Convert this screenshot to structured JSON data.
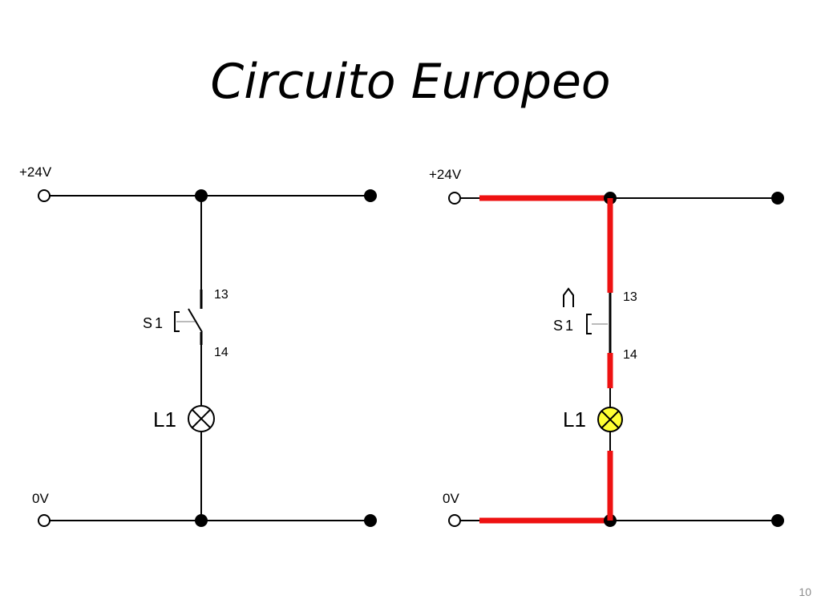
{
  "title": "Circuito Europeo",
  "page_number": "10",
  "colors": {
    "wire": "#000000",
    "energized_wire": "#ee1111",
    "lamp_on": "#ffff33",
    "lamp_off": "#ffffff"
  },
  "circuits": [
    {
      "state": "open",
      "supply_label": "+24V",
      "ground_label": "0V",
      "switch_label": "S1",
      "contact_top": "13",
      "contact_bottom": "14",
      "lamp_label": "L1"
    },
    {
      "state": "closed",
      "supply_label": "+24V",
      "ground_label": "0V",
      "switch_label": "S1",
      "contact_top": "13",
      "contact_bottom": "14",
      "lamp_label": "L1"
    }
  ]
}
